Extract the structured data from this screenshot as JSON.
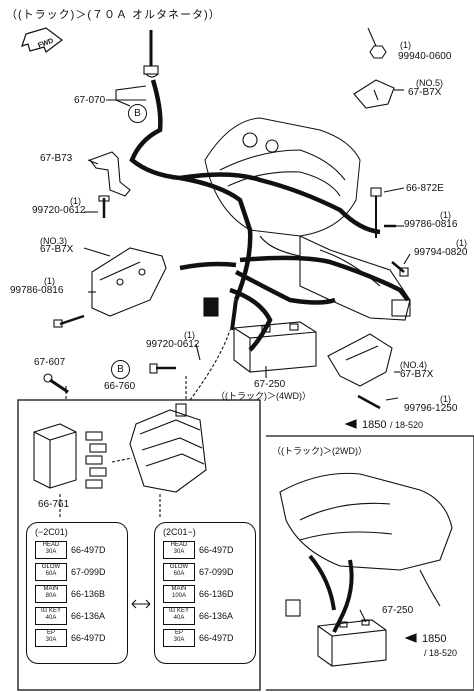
{
  "title": "（(トラック)＞(７０Ａ オルタネータ)）",
  "fwd": "FWD",
  "callout_b": "B",
  "parts": {
    "p67070": "67-070",
    "p67b73": "67-B73",
    "p99720_top_qty": "(1)",
    "p99720_top": "99720-0612",
    "p67b7x_no3_note": "(NO.3)",
    "p67b7x_no3": "67-B7X",
    "p99786_left_qty": "(1)",
    "p99786_left": "99786-0816",
    "p99720_mid_qty": "(1)",
    "p99720_mid": "99720-0612",
    "p67607": "67-607",
    "p66760": "66-760",
    "p66761": "66-761",
    "p99940_qty": "(1)",
    "p99940": "99940-0600",
    "p67b7x_no5_note": "(NO.5)",
    "p67b7x_no5": "67-B7X",
    "p66872e": "66-872E",
    "p99786_right_qty": "(1)",
    "p99786_right": "99786-0816",
    "p99794_qty": "(1)",
    "p99794": "99794-0820",
    "p67250": "67-250",
    "note_4wd": "（(トラック)＞(4WD)）",
    "p67b7x_no4_note": "(NO.4)",
    "p67b7x_no4": "67-B7X",
    "p99796_qty": "(1)",
    "p99796": "99796-1250",
    "ref1850": "1850",
    "ref1850_sub": "/ 18-520"
  },
  "left_panel": {
    "header": "(−2C01)",
    "fuses": [
      {
        "label": "HEAD\n30A",
        "part": "66-497D"
      },
      {
        "label": "GLOW\n60A",
        "part": "67-099D"
      },
      {
        "label": "MAIN\n80A",
        "part": "66-136B"
      },
      {
        "label": "IG KEY\n40A",
        "part": "66-136A"
      },
      {
        "label": "EP\n30A",
        "part": "66-497D"
      }
    ]
  },
  "right_panel": {
    "header": "(2C01−)",
    "fuses": [
      {
        "label": "HEAD\n30A",
        "part": "66-497D"
      },
      {
        "label": "GLOW\n60A",
        "part": "67-099D"
      },
      {
        "label": "MAIN\n100A",
        "part": "66-136D"
      },
      {
        "label": "IG KEY\n40A",
        "part": "66-136A"
      },
      {
        "label": "EP\n30A",
        "part": "66-497D"
      }
    ]
  },
  "inset": {
    "header": "（(トラック)＞(2WD)）",
    "p67250": "67-250",
    "ref1850": "1850",
    "ref1850_sub": "/ 18-520"
  }
}
